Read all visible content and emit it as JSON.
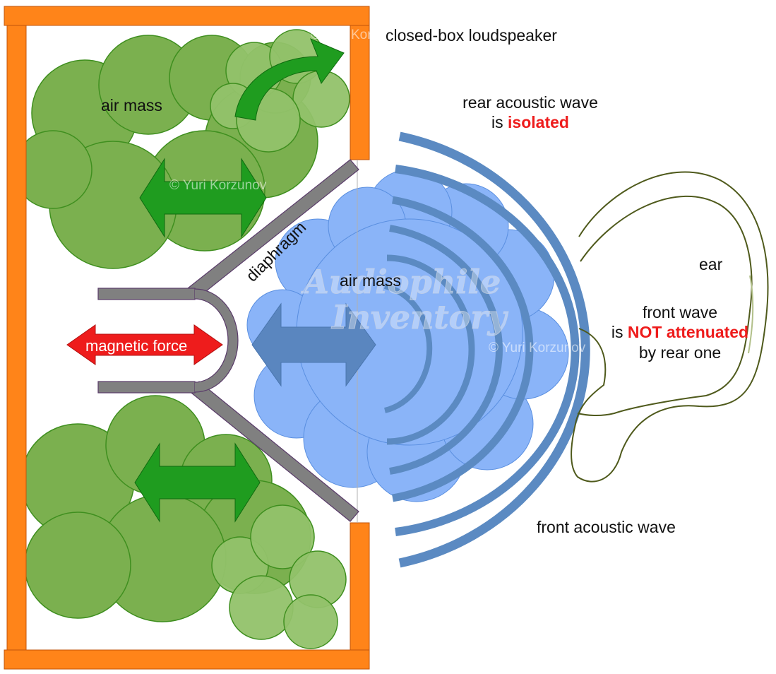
{
  "title": "closed-box loudspeaker",
  "labels": {
    "air_mass_box": "air mass",
    "air_mass_front": "air mass",
    "diaphragm": "diaphragm",
    "magnetic_force": "magnetic force",
    "rear_wave_line1": "rear acoustic wave",
    "rear_wave_line2_prefix": "is ",
    "rear_wave_line2_highlight": "isolated",
    "front_wave_line1": "front wave",
    "front_wave_line2_prefix": "is ",
    "front_wave_line2_highlight": "NOT attenuated",
    "front_wave_line3": "by rear one",
    "ear": "ear",
    "front_acoustic_wave": "front acoustic wave"
  },
  "watermarks": {
    "copyright_box": "© Yuri Korzunov",
    "copyright_front": "© Yuri Korzunov",
    "copyright_top": "© Yuri Korzunov",
    "logo_line1": "Audiophile",
    "logo_line2": "Inventory"
  },
  "colors": {
    "enclosure": "#ff8419",
    "air_mass_box": "#7bb04f",
    "air_mass_box_light": "#92c26a",
    "air_mass_front": "#8ab4f8",
    "wave": "#5b8ac2",
    "box_arrow": "#1f9c1f",
    "front_arrow": "#5a86bf",
    "magnetic_arrow": "#ee1c1c",
    "diaphragm": "#7f7f7f",
    "highlight_text": "#ee1c1c",
    "ear_line": "#4f5a1c"
  },
  "icons": [
    "curved-arrow-icon",
    "double-arrow-icon"
  ]
}
